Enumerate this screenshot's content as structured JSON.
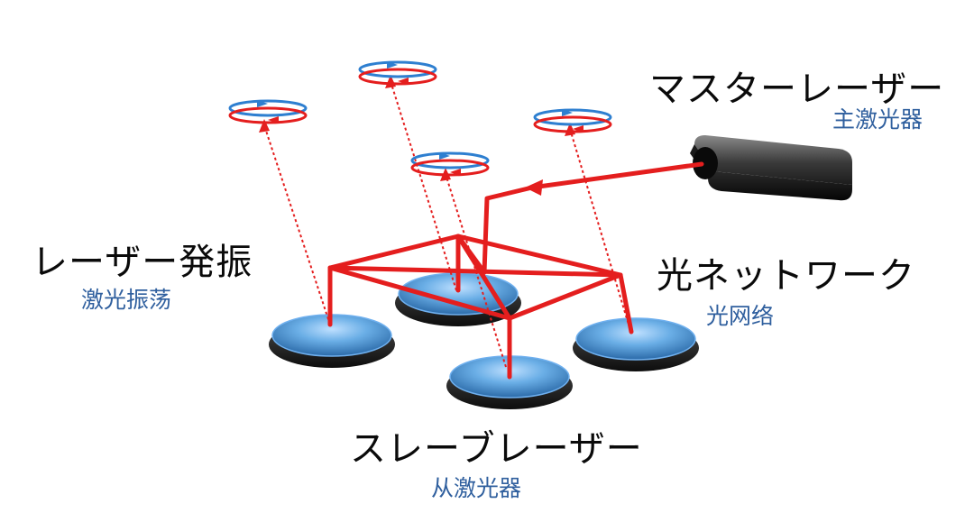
{
  "labels": {
    "master_ja": "マスターレーザー",
    "master_zh": "主激光器",
    "laser_osc_ja": "レーザー発振",
    "laser_osc_zh": "激光振荡",
    "optical_net_ja": "光ネットワーク",
    "optical_net_zh": "光网络",
    "slave_ja": "スレーブレーザー",
    "slave_zh": "从激光器"
  },
  "colors": {
    "beam_red": "#e41e1e",
    "pad_blue": "#4a8fcf",
    "pad_dark": "#1a1a1a",
    "label_blue": "#2f5f9e",
    "ring_blue": "#2e7fd0"
  },
  "icons": {
    "master_device": "laser-box-icon",
    "slave_pads": "laser-pad-icon",
    "emission_rings": "polarization-ring-icon"
  }
}
